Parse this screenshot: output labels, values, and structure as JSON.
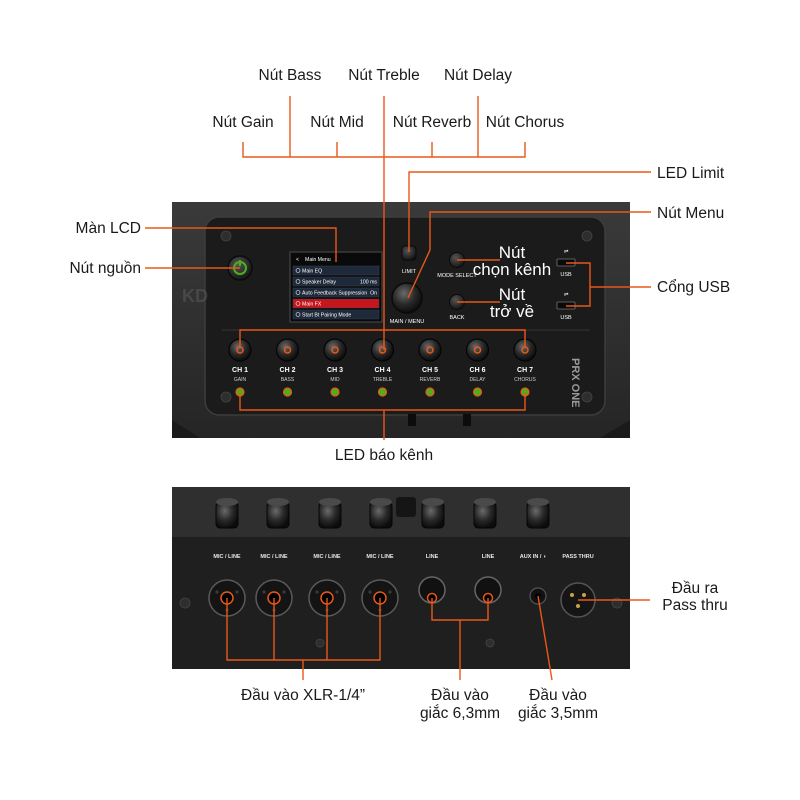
{
  "top_labels": {
    "gain": "Nút Gain",
    "bass": "Nút Bass",
    "mid": "Nút Mid",
    "treble": "Nút Treble",
    "reverb": "Nút Reverb",
    "delay": "Nút Delay",
    "chorus": "Nút Chorus",
    "led_limit": "LED Limit",
    "menu": "Nút Menu",
    "lcd": "Màn LCD",
    "power": "Nút nguồn",
    "usb": "Cổng USB",
    "channel_select_1": "Nút",
    "channel_select_2": "chọn kênh",
    "back_1": "Nút",
    "back_2": "trở về",
    "channel_led": "LED báo kênh"
  },
  "panel": {
    "limit": "LIMIT",
    "mode_select": "MODE SELECT",
    "main_menu": "MAIN / MENU",
    "back": "BACK",
    "usb_1": "USB",
    "usb_2": "USB",
    "model": "PRX ONE"
  },
  "watermark": "KD",
  "lcd": {
    "title": "Main Menu",
    "items": [
      {
        "label": "Main EQ",
        "value": ""
      },
      {
        "label": "Speaker Delay",
        "value": "100 ms"
      },
      {
        "label": "Auto Feedback Suppression",
        "value": "On"
      },
      {
        "label": "Main FX",
        "value": ""
      },
      {
        "label": "Start Bt Pairing Mode",
        "value": ""
      }
    ]
  },
  "channels": [
    {
      "name": "CH 1",
      "param": "GAIN"
    },
    {
      "name": "CH 2",
      "param": "BASS"
    },
    {
      "name": "CH 3",
      "param": "MID"
    },
    {
      "name": "CH 4",
      "param": "TREBLE"
    },
    {
      "name": "CH 5",
      "param": "REVERB"
    },
    {
      "name": "CH 6",
      "param": "DELAY"
    },
    {
      "name": "CH 7",
      "param": "CHORUS"
    }
  ],
  "jacks": {
    "mic_line": [
      "MIC / LINE",
      "MIC / LINE",
      "MIC / LINE",
      "MIC / LINE"
    ],
    "line": [
      "LINE",
      "LINE"
    ],
    "aux": "AUX IN / ◖",
    "pass_thru": "PASS THRU"
  },
  "bottom_labels": {
    "xlr": "Đầu vào XLR-1/4”",
    "jack63_1": "Đầu vào",
    "jack63_2": "giắc 6,3mm",
    "jack35_1": "Đầu vào",
    "jack35_2": "giắc 3,5mm",
    "passthru_1": "Đầu ra",
    "passthru_2": "Pass thru"
  },
  "colors": {
    "leader": "#e8581a",
    "panel": "#1e1e1e",
    "body": "#2b2b2b",
    "led_green": "#4caf1e",
    "lcd_select": "#c4161c"
  }
}
